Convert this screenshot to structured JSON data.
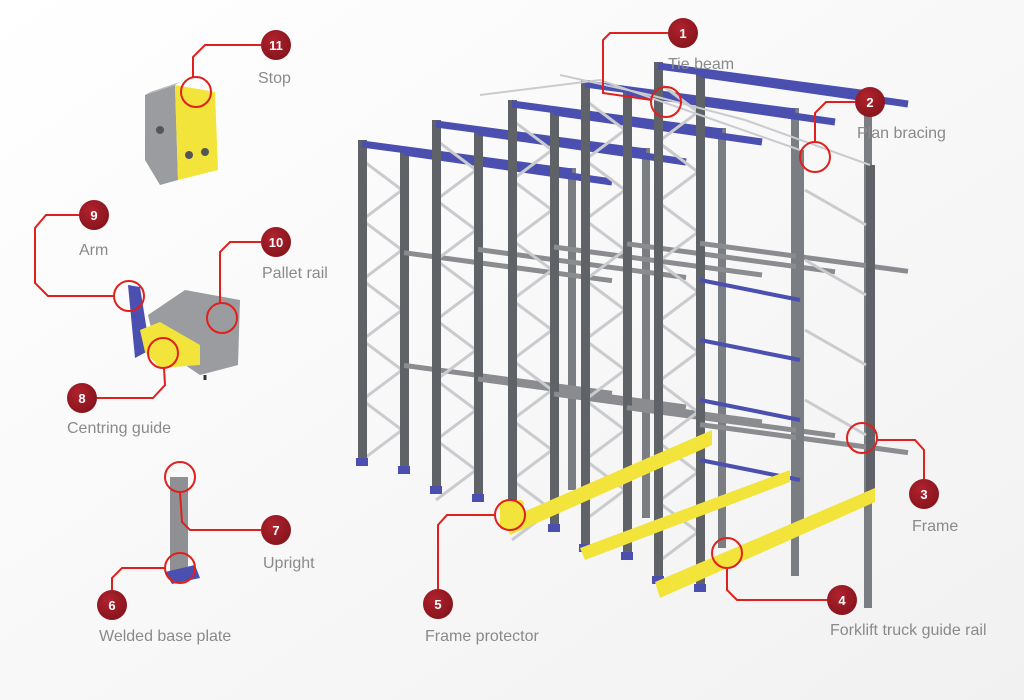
{
  "title": "Drive-in racking components",
  "colors": {
    "accent": "#e0201c",
    "badge": "#8e141c",
    "beam": "#4a4fb0",
    "protector": "#f2e43a",
    "steel": "#6b6e73"
  },
  "callouts": [
    {
      "number": "1",
      "label": "Tie beam"
    },
    {
      "number": "2",
      "label": "Plan bracing"
    },
    {
      "number": "3",
      "label": "Frame"
    },
    {
      "number": "4",
      "label": "Forklift truck guide rail"
    },
    {
      "number": "5",
      "label": "Frame protector"
    },
    {
      "number": "6",
      "label": "Welded base plate"
    },
    {
      "number": "7",
      "label": "Upright"
    },
    {
      "number": "8",
      "label": "Centring guide"
    },
    {
      "number": "9",
      "label": "Arm"
    },
    {
      "number": "10",
      "label": "Pallet rail"
    },
    {
      "number": "11",
      "label": "Stop"
    }
  ]
}
